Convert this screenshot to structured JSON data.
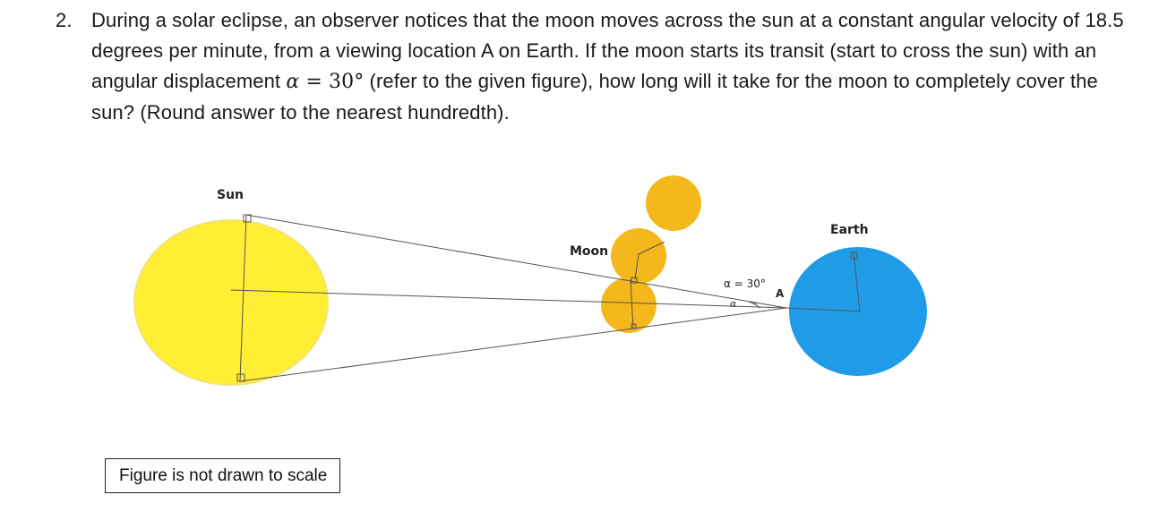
{
  "problem": {
    "number": "2.",
    "text_before": "During a solar eclipse, an observer notices that the moon moves across the sun at a constant angular velocity of 18.5 degrees per minute, from a viewing location A on Earth. If the moon starts its transit (start to cross the sun) with an angular displacement ",
    "alpha_symbol": "α",
    "equals": " = ",
    "alpha_value": "30°",
    "text_after": " (refer to the given figure), how long will it take for the moon to completely cover the sun? (Round answer to the nearest hundredth)."
  },
  "figure": {
    "labels": {
      "sun": "Sun",
      "moon": "Moon",
      "earth": "Earth",
      "point_a": "A",
      "alpha_annotation": "α = 30°",
      "alpha_small": "α"
    },
    "colors": {
      "sun": "#ffee33",
      "moon": "#f5b81c",
      "earth": "#1f9be8",
      "lines": "#555555"
    }
  },
  "caption": "Figure is not drawn to scale"
}
